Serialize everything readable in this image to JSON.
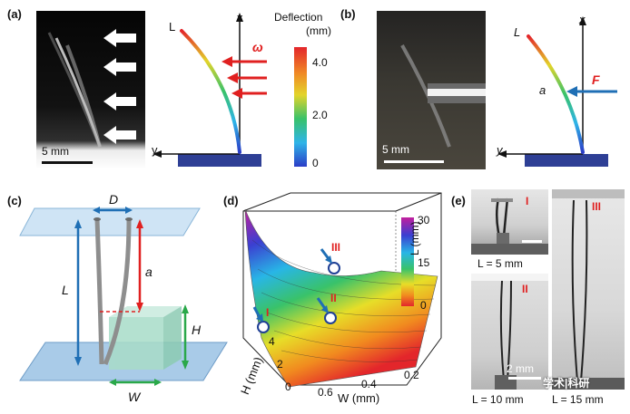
{
  "panels": {
    "a": {
      "label": "(a)",
      "scalebar": "5 mm",
      "axis_x": "x",
      "axis_y": "y",
      "tip_label": "L",
      "force_label": "ω",
      "colorbar_title_1": "Deflection",
      "colorbar_title_2": "(mm)",
      "colorbar_ticks": [
        "4.0",
        "2.0",
        "0"
      ]
    },
    "b": {
      "label": "(b)",
      "scalebar": "5 mm",
      "axis_x": "x",
      "axis_y": "y",
      "tip_label": "L",
      "point_label": "a",
      "force_label": "F"
    },
    "c": {
      "label": "(c)",
      "dims": {
        "D": "D",
        "L": "L",
        "a": "a",
        "H": "H",
        "W": "W"
      }
    },
    "d": {
      "label": "(d)",
      "markers": [
        "III",
        "II",
        "I"
      ],
      "colorbar_title": "L (mm)",
      "colorbar_ticks": [
        "30",
        "15",
        "0"
      ],
      "x_axis_label": "W (mm)",
      "x_ticks": [
        "0.6",
        "0.4",
        "0.2"
      ],
      "y_axis_label": "H (mm)",
      "y_ticks": [
        "4",
        "2",
        "0"
      ]
    },
    "e": {
      "label": "(e)",
      "subpanels": [
        {
          "roman": "I",
          "caption": "L = 5 mm"
        },
        {
          "roman": "II",
          "caption": "L = 10 mm"
        },
        {
          "roman": "III",
          "caption": "L = 15 mm"
        }
      ],
      "scalebar": "2 mm",
      "watermark": "学术|科研"
    }
  },
  "colors": {
    "substrate": "#2e3f95",
    "force_red": "#e02020",
    "force_blue": "#1f6fb5",
    "dim_green": "#2aa84a"
  }
}
